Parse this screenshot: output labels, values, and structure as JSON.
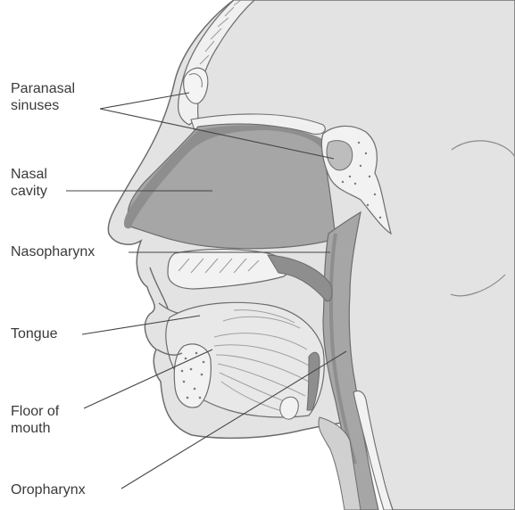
{
  "labels": {
    "paranasal": [
      "Paranasal",
      "sinuses"
    ],
    "nasal_cavity": [
      "Nasal",
      "cavity"
    ],
    "nasopharynx": "Nasopharynx",
    "tongue": "Tongue",
    "floor_of_mouth": [
      "Floor of",
      "mouth"
    ],
    "oropharynx": "Oropharynx"
  },
  "colors": {
    "skin": "#e3e3e3",
    "outline": "#6d6d6d",
    "mid_gray": "#a6a6a6",
    "dark_gray": "#8e8e8e",
    "bone": "#f2f2f2",
    "leader": "#444444"
  }
}
